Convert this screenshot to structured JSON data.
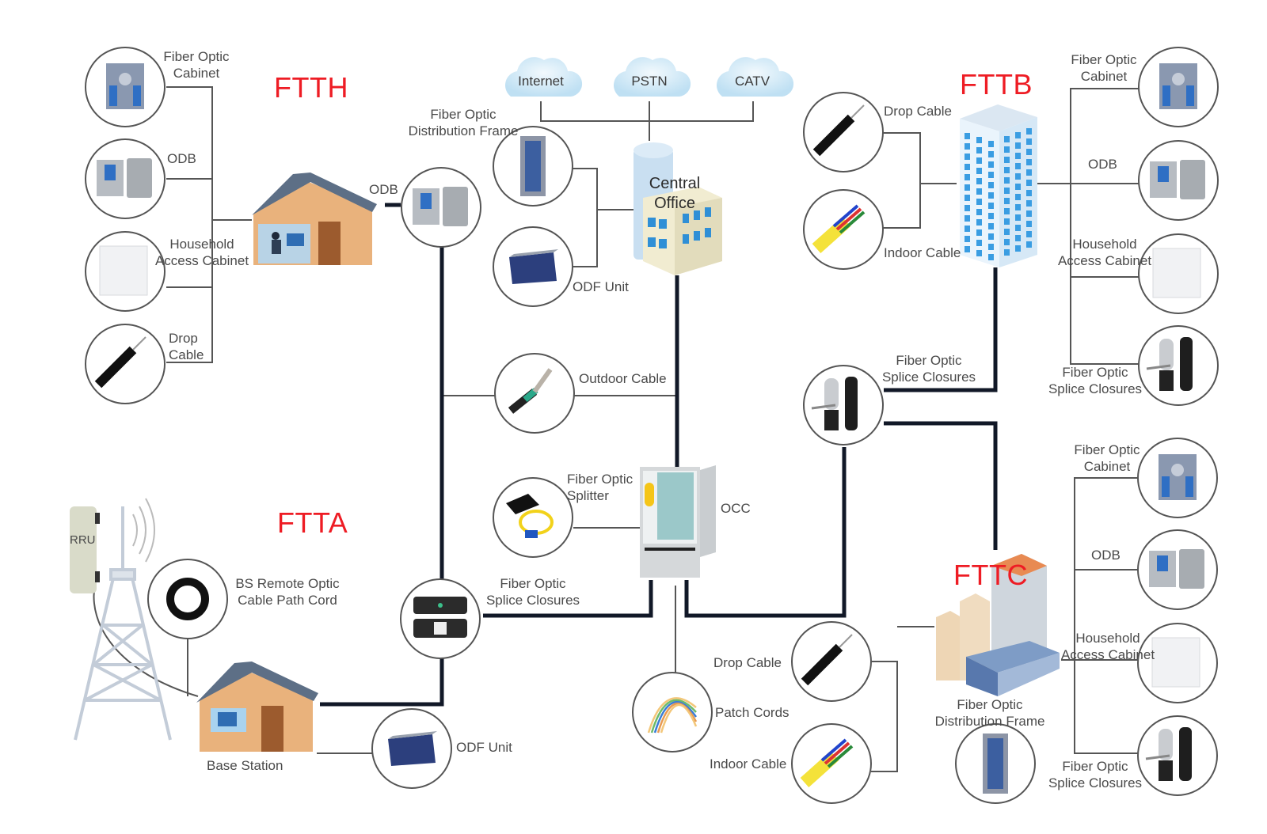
{
  "title": "Fiber optic access network diagram (FTTH / FTTB / FTTA / FTTC)",
  "sections": {
    "ftth": "FTTH",
    "fttb": "FTTB",
    "ftta": "FTTA",
    "fttc": "FTTC"
  },
  "clouds": [
    "Internet",
    "PSTN",
    "CATV"
  ],
  "central_office": {
    "line1": "Central",
    "line2": "Office"
  },
  "colors": {
    "section_title": "#ee1c24",
    "thin_line": "#555555",
    "thick_line": "#111827",
    "cloud": "#cfe6f5"
  },
  "ftth": {
    "left_items": [
      {
        "label": "Fiber Optic\nCabinet",
        "icon": "fiber-optic-cabinet"
      },
      {
        "label": "ODB",
        "icon": "odb-box"
      },
      {
        "label": "Household\nAccess Cabinet",
        "icon": "household-access-cabinet"
      },
      {
        "label": "Drop\nCable",
        "icon": "drop-cable"
      }
    ],
    "odb_label": "ODB"
  },
  "central": {
    "odf_frame_label": "Fiber Optic\nDistribution Frame",
    "odf_unit_label": "ODF Unit",
    "outdoor_cable_label": "Outdoor Cable",
    "splitter_label": "Fiber Optic\nSplitter",
    "occ_label": "OCC",
    "splice_closure_label": "Fiber Optic\nSplice Closures",
    "patch_cords_label": "Patch Cords"
  },
  "fttb": {
    "left_items": [
      {
        "label": "Drop Cable",
        "icon": "drop-cable"
      },
      {
        "label": "Indoor Cable",
        "icon": "indoor-cable"
      }
    ],
    "right_items": [
      {
        "label": "Fiber Optic\nCabinet",
        "icon": "fiber-optic-cabinet"
      },
      {
        "label": "ODB",
        "icon": "odb-box"
      },
      {
        "label": "Household\nAccess Cabinet",
        "icon": "household-access-cabinet"
      },
      {
        "label": "Fiber Optic\nSplice Closures",
        "icon": "splice-closure"
      }
    ],
    "splice_closure_label": "Fiber Optic\nSplice Closures"
  },
  "ftta": {
    "rru_label": "RRU",
    "bs_cord_label": "BS Remote Optic\nCable Path Cord",
    "base_station_label": "Base Station",
    "odf_unit_label": "ODF Unit"
  },
  "fttc": {
    "left_items": [
      {
        "label": "Drop Cable",
        "icon": "drop-cable"
      },
      {
        "label": "Indoor Cable",
        "icon": "indoor-cable"
      }
    ],
    "right_items": [
      {
        "label": "Fiber Optic\nCabinet",
        "icon": "fiber-optic-cabinet"
      },
      {
        "label": "ODB",
        "icon": "odb-box"
      },
      {
        "label": "Household\nAccess Cabinet",
        "icon": "household-access-cabinet"
      },
      {
        "label": "Fiber Optic\nSplice Closures",
        "icon": "splice-closure"
      }
    ],
    "odf_frame_label": "Fiber Optic\nDistribution Frame"
  }
}
